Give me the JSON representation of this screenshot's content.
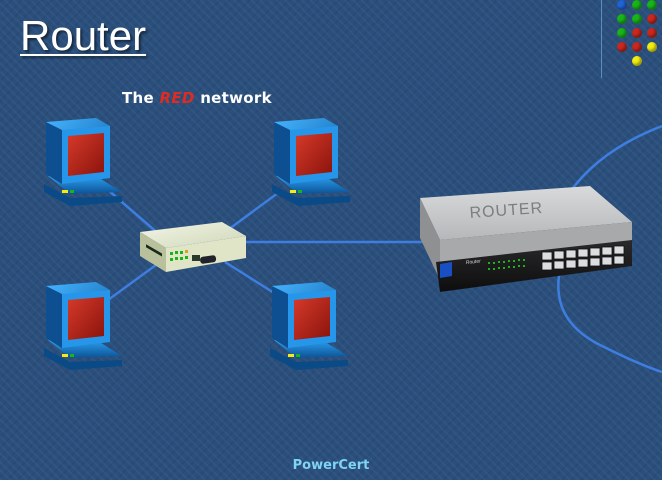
{
  "slide": {
    "title": "Router",
    "subtitle_prefix": "The ",
    "subtitle_highlight": "RED",
    "subtitle_suffix": " network",
    "footer": "PowerCert"
  },
  "router": {
    "label": "ROUTER",
    "brand": "Router"
  },
  "colors": {
    "background": "#2a4f7c",
    "cable": "#3d7ee0",
    "screen_red": "#b01d12",
    "computer_blue": "#1c8ad8",
    "dot_green": "#18b418",
    "dot_red": "#c8281e",
    "dot_blue": "#1f63d6",
    "dot_yellow": "#f2ec12"
  },
  "corner_dots": [
    [
      "dot_blue",
      "dot_green",
      "dot_green"
    ],
    [
      "dot_green",
      "dot_green",
      "dot_red"
    ],
    [
      "dot_green",
      "dot_red",
      "dot_red"
    ],
    [
      "dot_red",
      "dot_red",
      "dot_yellow"
    ],
    [
      "",
      "dot_yellow",
      ""
    ]
  ]
}
